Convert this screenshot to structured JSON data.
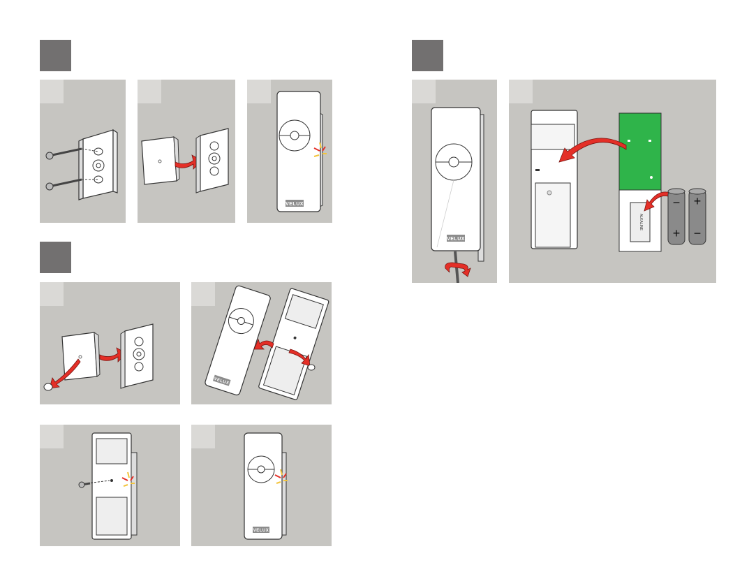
{
  "colors": {
    "section_badge": "#727070",
    "panel_background": "#c6c5c1",
    "step_badge": "#dad9d6",
    "arrow": "#e42f27",
    "circuit_board": "#2fb44a",
    "sparkle_red": "#e42f27",
    "sparkle_yellow": "#f3c43b"
  },
  "brand_logo_text": "VELUX",
  "battery_label": "ALKALINE",
  "battery_signs": {
    "plus": "+",
    "minus": "−"
  },
  "sections": [
    {
      "name": "mounting",
      "panels": [
        "screws-into-bracket",
        "cover-onto-bracket",
        "remote-on-bracket"
      ]
    },
    {
      "name": "removal",
      "panels": [
        "remove-bracket-cap",
        "remove-remote-from-holder",
        "screw-holder",
        "remote-in-holder"
      ]
    },
    {
      "name": "batteries",
      "panels": [
        "unscrew-remote",
        "insert-batteries"
      ]
    }
  ],
  "icons": [
    "screw-icon",
    "wall-bracket-icon",
    "bracket-cover-icon",
    "remote-control-icon",
    "wall-holder-icon",
    "red-arrow-icon",
    "click-sparkle-icon",
    "screwdriver-icon",
    "circuit-board-icon",
    "battery-icon"
  ]
}
